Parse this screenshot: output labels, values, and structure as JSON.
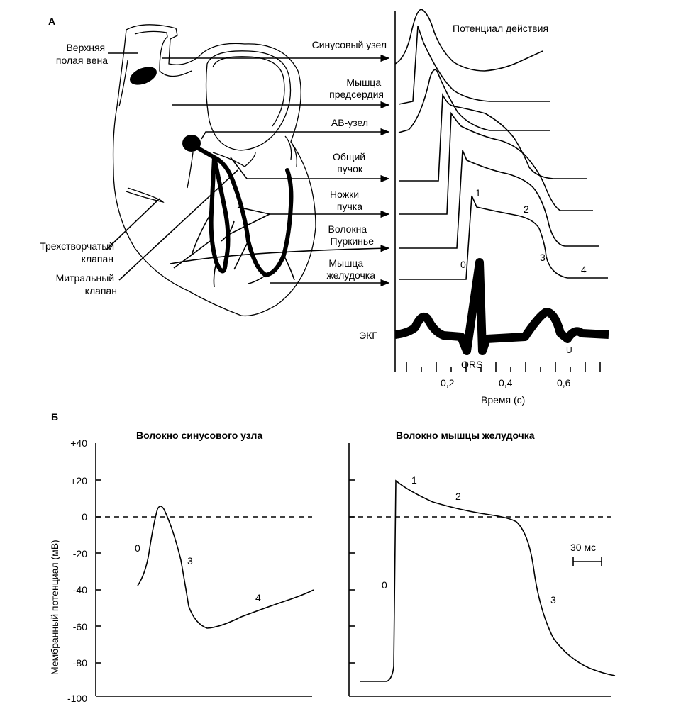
{
  "panel_a": {
    "letter": "А",
    "title": "Потенциал действия",
    "labels": {
      "svc": [
        "Верхняя",
        "полая вена"
      ],
      "tricuspid": [
        "Трехстворчатый",
        "клапан"
      ],
      "mitral": [
        "Митральный",
        "клапан"
      ]
    },
    "rows": [
      {
        "label": [
          "Синусовый узел"
        ]
      },
      {
        "label": [
          "Мышца",
          "предсердия"
        ]
      },
      {
        "label": [
          "АВ-узел"
        ]
      },
      {
        "label": [
          "Общий",
          "пучок"
        ]
      },
      {
        "label": [
          "Ножки",
          "пучка"
        ]
      },
      {
        "label": [
          "Волокна",
          "Пуркинье"
        ]
      },
      {
        "label": [
          "Мышца",
          "желудочка"
        ]
      }
    ],
    "phase_labels": [
      "0",
      "1",
      "2",
      "3",
      "4"
    ],
    "ecg": {
      "label": "ЭКГ",
      "waves": [
        "P",
        "QRS",
        "T",
        "U"
      ]
    },
    "time_axis": {
      "ticks": [
        "0,2",
        "0,4",
        "0,6"
      ],
      "label": "Время (с)"
    }
  },
  "panel_b": {
    "letter": "Б",
    "y_label": "Мембранный потенциал (мВ)",
    "y_ticks": [
      "+40",
      "+20",
      "0",
      "-20",
      "-40",
      "-60",
      "-80",
      "-100"
    ],
    "scale_bar": "30 мс",
    "charts": [
      {
        "title": "Волокно синусового узла",
        "phase_labels": [
          "0",
          "3",
          "4"
        ]
      },
      {
        "title": "Волокно мышцы желудочка",
        "phase_labels": [
          "0",
          "1",
          "2",
          "3"
        ]
      }
    ]
  }
}
